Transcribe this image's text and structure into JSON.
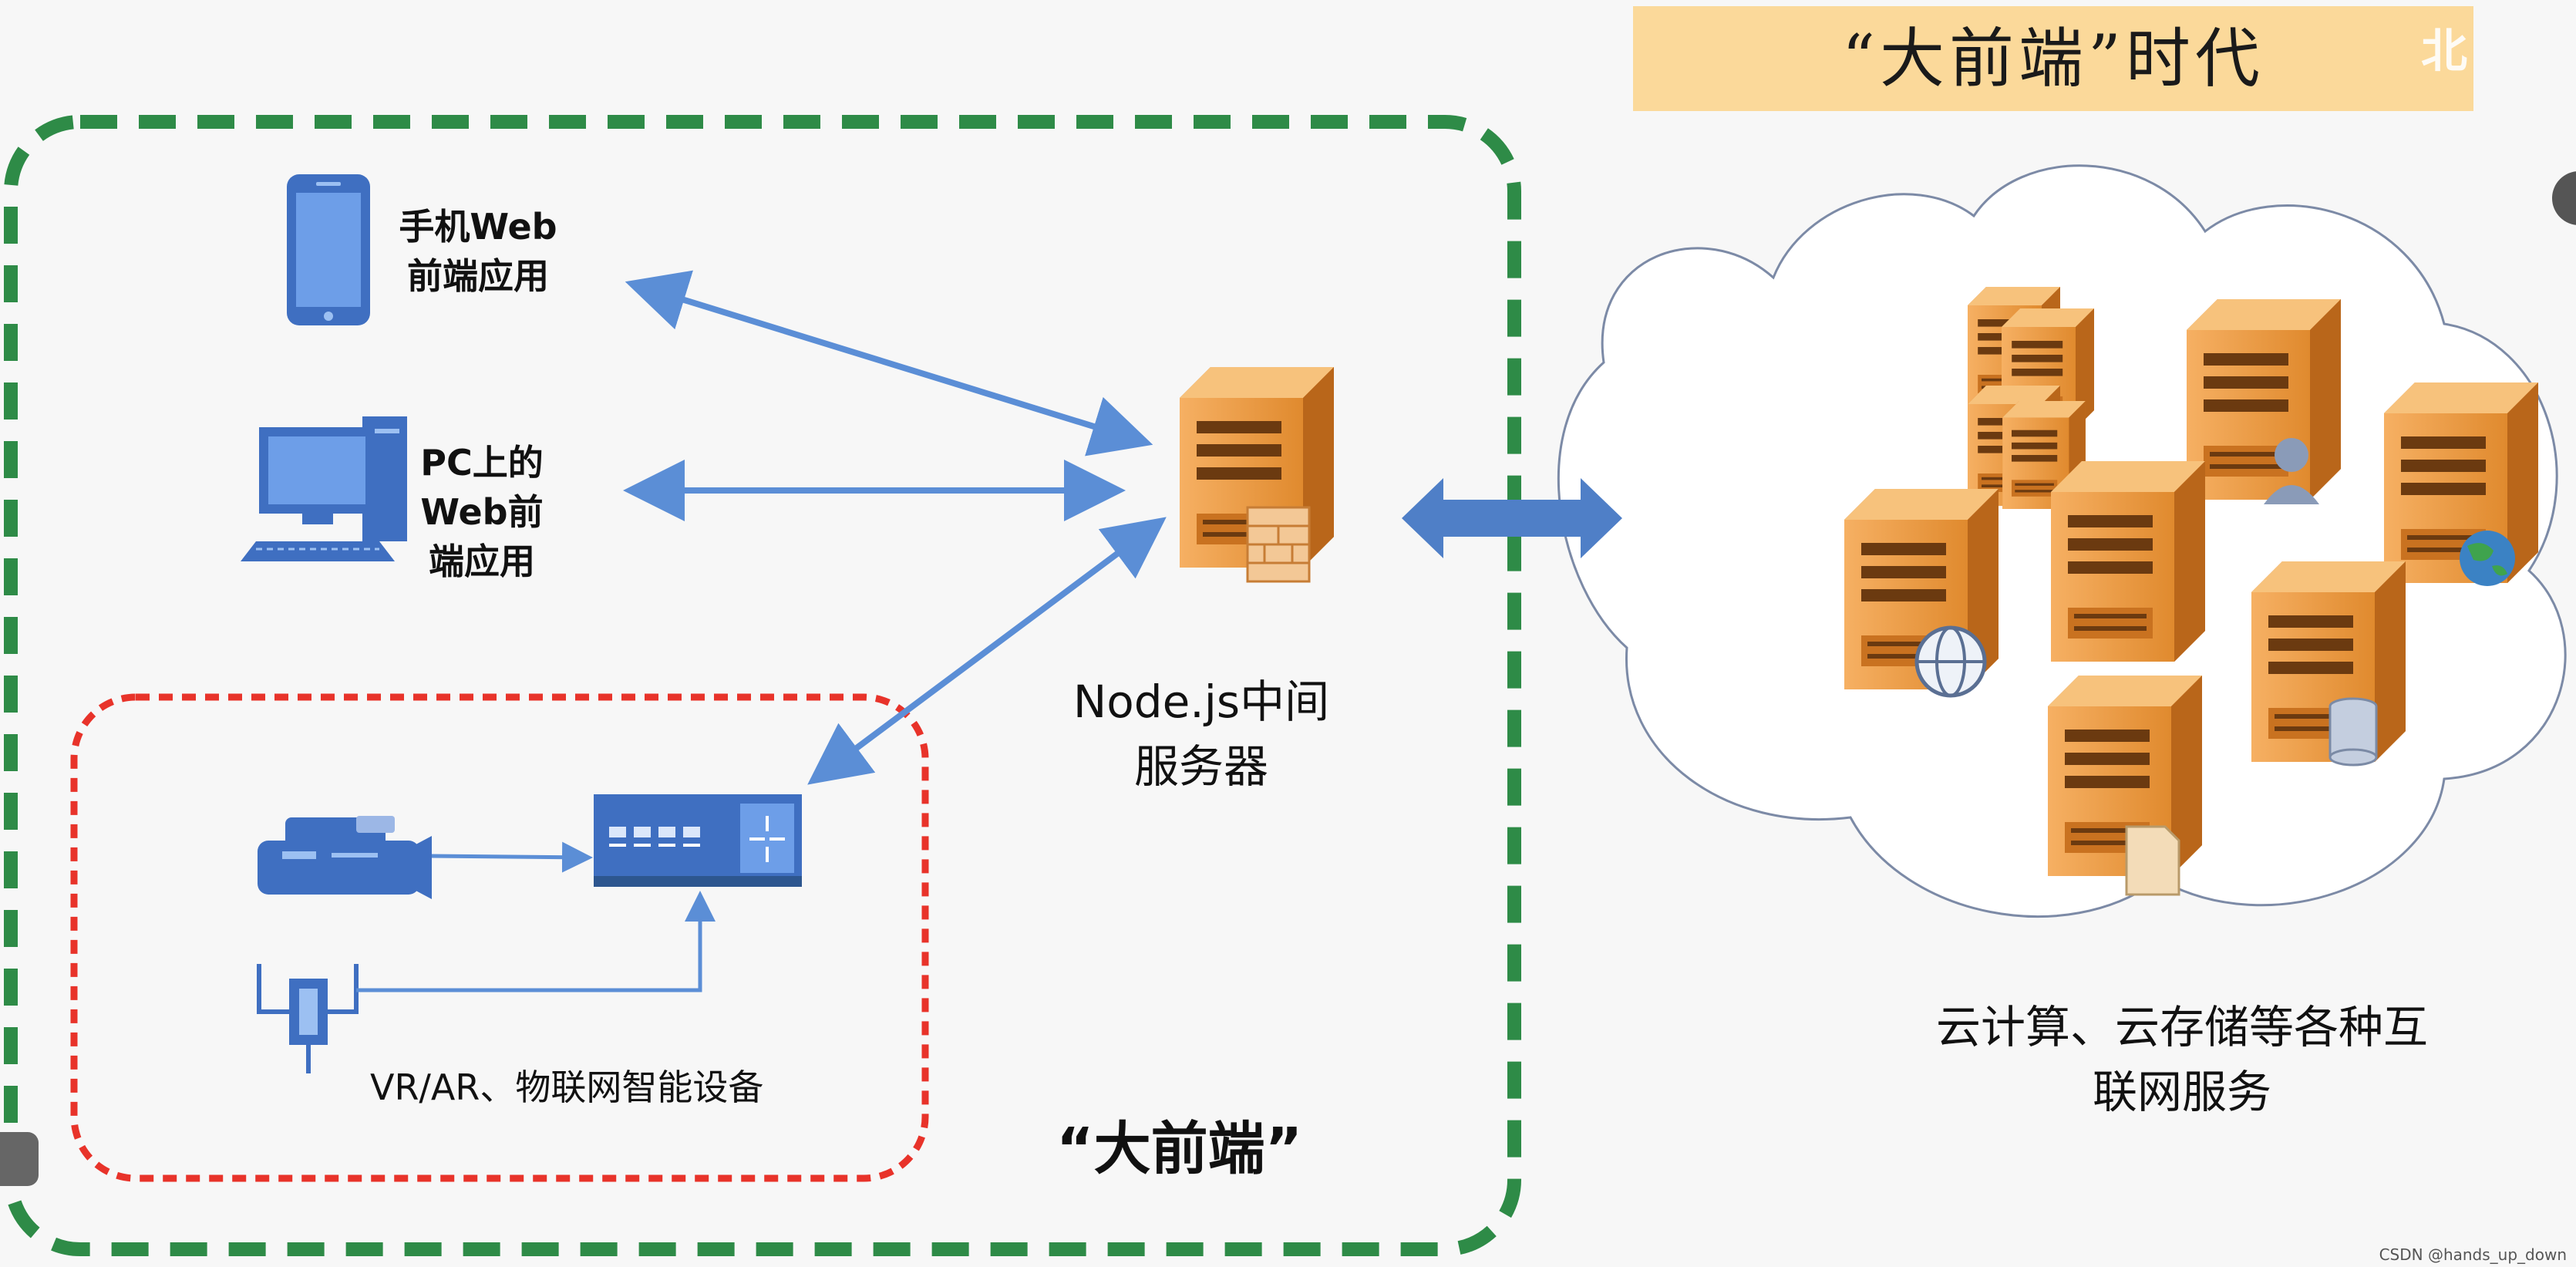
{
  "title": "“大前端”时代",
  "watermark_logo": "北",
  "left_region_label": "“大前端”",
  "clients": {
    "mobile": "手机Web\n前端应用",
    "pc": "PC上的\nWeb前\n端应用",
    "iot": "VR/AR、物联网智能设备"
  },
  "middle_server": "Node.js中间\n服务器",
  "cloud_label": "云计算、云存储等各种互\n联网服务",
  "credit": "CSDN @hands_up_down",
  "colors": {
    "server_orange": "#f0a04b",
    "arrow_blue": "#5b8ed6",
    "green_dash": "#2e8b47",
    "red_dash": "#e8332a",
    "title_bg": "#fbd99a"
  }
}
